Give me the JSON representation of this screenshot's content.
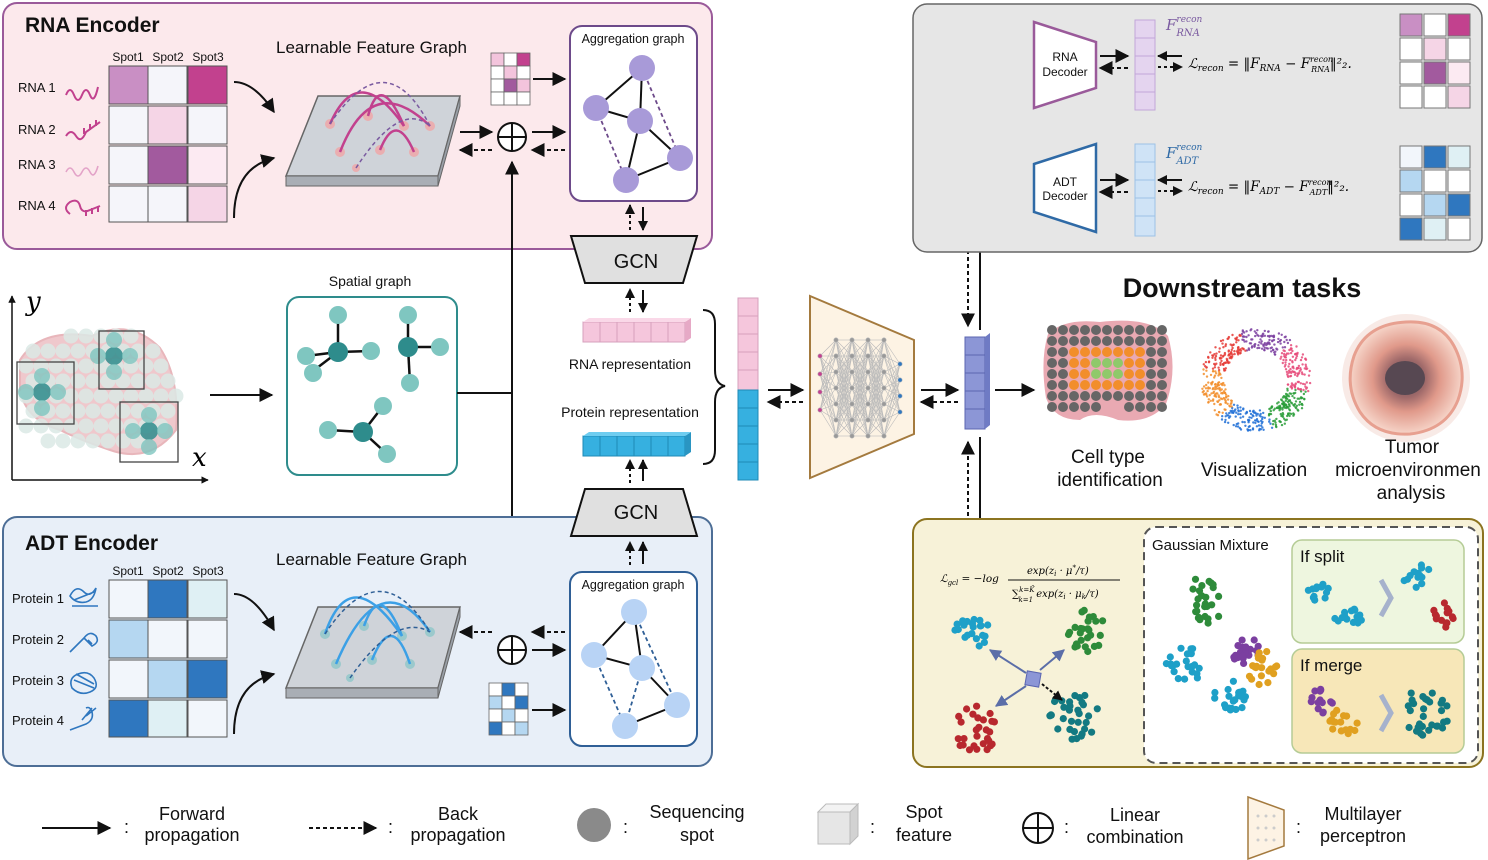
{
  "rna_encoder": {
    "title": "RNA Encoder",
    "spots": [
      "Spot1",
      "Spot2",
      "Spot3"
    ],
    "rows": [
      "RNA 1",
      "RNA 2",
      "RNA 3",
      "RNA 4"
    ],
    "feature_graph_label": "Learnable Feature Graph",
    "aggregation_label": "Aggregation graph"
  },
  "adt_encoder": {
    "title": "ADT Encoder",
    "spots": [
      "Spot1",
      "Spot2",
      "Spot3"
    ],
    "rows": [
      "Protein 1",
      "Protein 2",
      "Protein 3",
      "Protein 4"
    ],
    "feature_graph_label": "Learnable Feature Graph",
    "aggregation_label": "Aggregation graph"
  },
  "spatial": {
    "graph_label": "Spatial graph",
    "axis_x": "x",
    "axis_y": "y"
  },
  "middle": {
    "gcn_top": "GCN",
    "gcn_bottom": "GCN",
    "rna_representation": "RNA representation",
    "protein_representation": "Protein representation"
  },
  "decoders": {
    "rna_decoder_line1": "RNA",
    "rna_decoder_line2": "Decoder",
    "adt_decoder_line1": "ADT",
    "adt_decoder_line2": "Decoder",
    "rna_loss_prefix": "ℒ",
    "rna_loss_formula": "= ‖F_RNA − F_RNA^recon‖₂².",
    "adt_loss_formula": "= ‖F_ADT − F_ADT^recon‖₂²."
  },
  "downstream": {
    "title": "Downstream tasks",
    "task1_line1": "Cell type",
    "task1_line2": "identification",
    "task2": "Visualization",
    "task3_line1": "Tumor",
    "task3_line2": "microenvironmen",
    "task3_line3": "analysis"
  },
  "clustering": {
    "gaussian_mixture": "Gaussian Mixture",
    "if_split": "If split",
    "if_merge": "If merge"
  },
  "legend": {
    "forward_line1": "Forward",
    "forward_line2": "propagation",
    "back_line1": "Back",
    "back_line2": "propagation",
    "seq_line1": "Sequencing",
    "seq_line2": "spot",
    "spot_line1": "Spot",
    "spot_line2": "feature",
    "linear_line1": "Linear",
    "linear_line2": "combination",
    "mlp_line1": "Multilayer",
    "mlp_line2": "perceptron",
    "colon": ":"
  },
  "colors": {
    "rna_bg": "#fce9ec",
    "rna_border": "#9a5a9a",
    "adt_bg": "#e8eff8",
    "adt_border": "#4d6e96",
    "gray_panel": "#e6e6e6",
    "cluster_panel": "#f7f2d8",
    "magenta": "#c2418e",
    "blue": "#2f77bf",
    "teal": "#2e8c8c"
  }
}
